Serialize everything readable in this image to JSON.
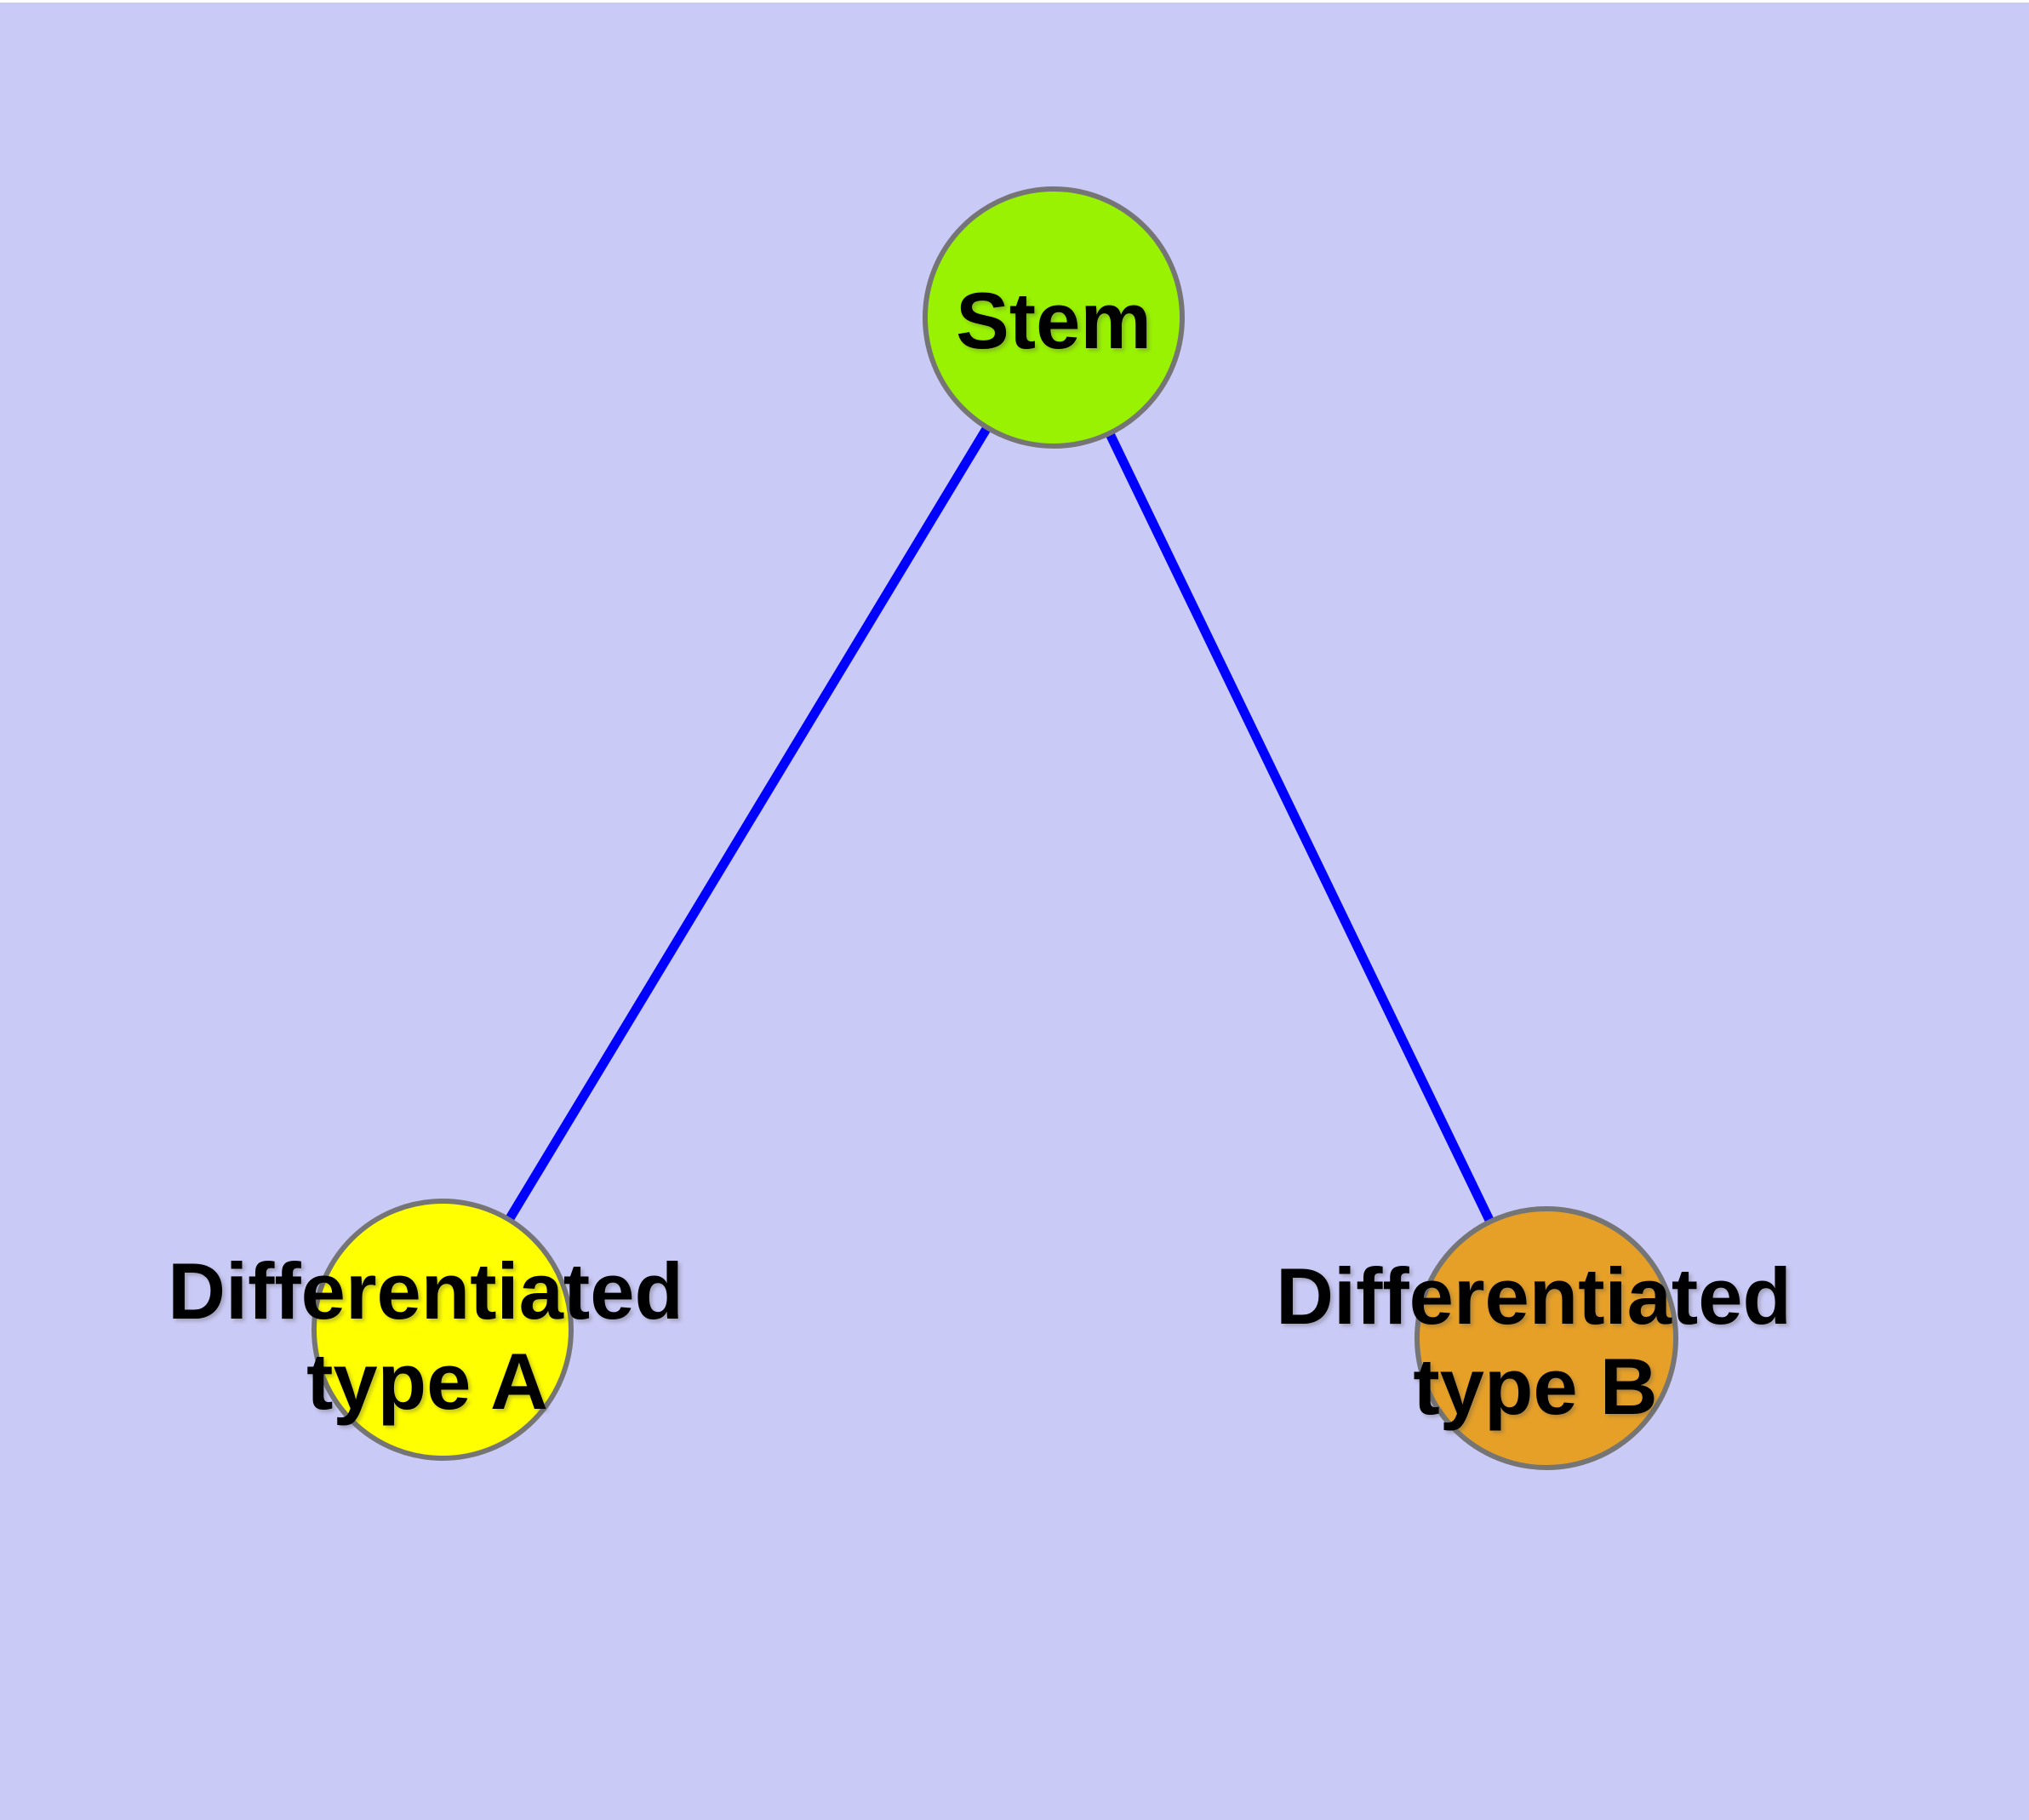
{
  "diagram": {
    "background_color": "#cacaf6",
    "top_strip_color": "#ffffff",
    "edge_color": "#0000ff",
    "node_border_color": "#757575",
    "label_color": "#000000",
    "nodes": {
      "stem": {
        "label": "Stem",
        "fill_color": "#99f202"
      },
      "type_a": {
        "label_line1": "Differentiated",
        "label_line2": "type A",
        "fill_color": "#ffff00"
      },
      "type_b": {
        "label_line1": "Differentiated",
        "label_line2": "type B",
        "fill_color": "#e6a028"
      }
    },
    "edges": [
      {
        "from": "stem",
        "to": "type_a"
      },
      {
        "from": "stem",
        "to": "type_b"
      }
    ]
  }
}
